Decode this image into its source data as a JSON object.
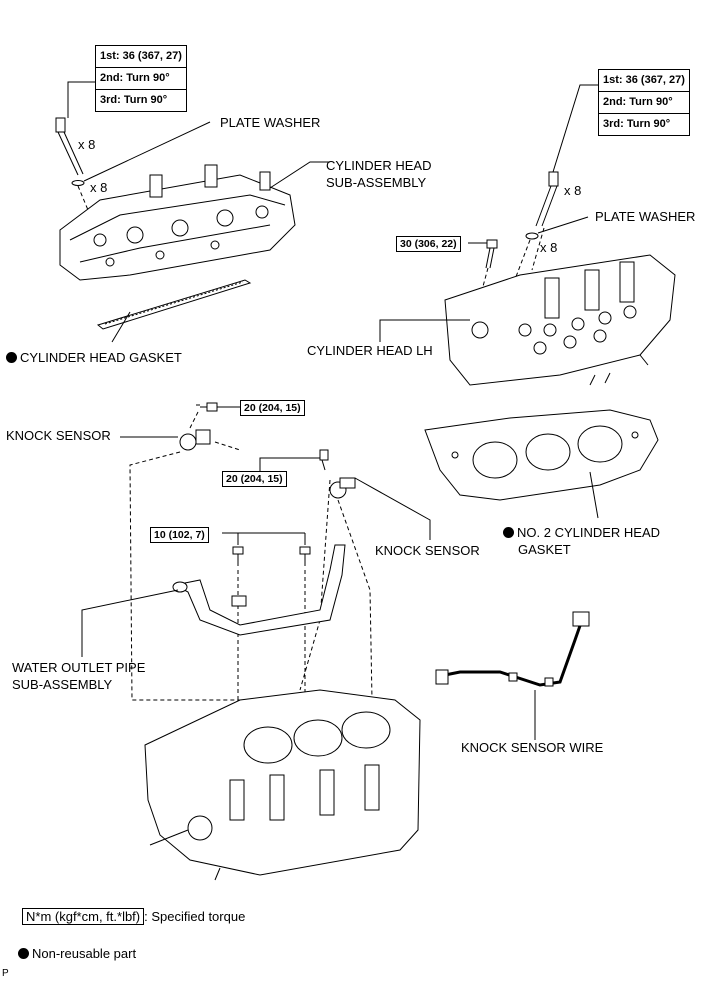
{
  "torque_left": [
    "1st: 36 (367, 27)",
    "2nd: Turn 90°",
    "3rd: Turn 90°"
  ],
  "torque_right": [
    "1st: 36 (367, 27)",
    "2nd: Turn 90°",
    "3rd: Turn 90°"
  ],
  "qty_bolts_left": "x 8",
  "qty_washers_left": "x 8",
  "qty_bolts_right": "x 8",
  "qty_washers_right": "x 8",
  "labels": {
    "plate_washer_left": "PLATE WASHER",
    "cyl_head_sub_1": "CYLINDER HEAD",
    "cyl_head_sub_2": "SUB-ASSEMBLY",
    "cyl_head_gasket": "CYLINDER HEAD GASKET",
    "plate_washer_right": "PLATE WASHER",
    "cyl_head_lh": "CYLINDER HEAD LH",
    "knock_sensor_left": "KNOCK SENSOR",
    "knock_sensor_right": "KNOCK SENSOR",
    "no2_gasket_1": "NO. 2 CYLINDER HEAD",
    "no2_gasket_2": "GASKET",
    "water_outlet_1": "WATER OUTLET PIPE",
    "water_outlet_2": "SUB-ASSEMBLY",
    "knock_sensor_wire": "KNOCK SENSOR WIRE"
  },
  "torques": {
    "t30": "30 (306, 22)",
    "t20a": "20 (204, 15)",
    "t20b": "20 (204, 15)",
    "t10": "10 (102, 7)"
  },
  "legend": {
    "unit": "N*m (kgf*cm, ft.*lbf)",
    "unit_desc": ": Specified torque",
    "nonreusable": "Non-reusable part"
  },
  "corner_mark": "P"
}
